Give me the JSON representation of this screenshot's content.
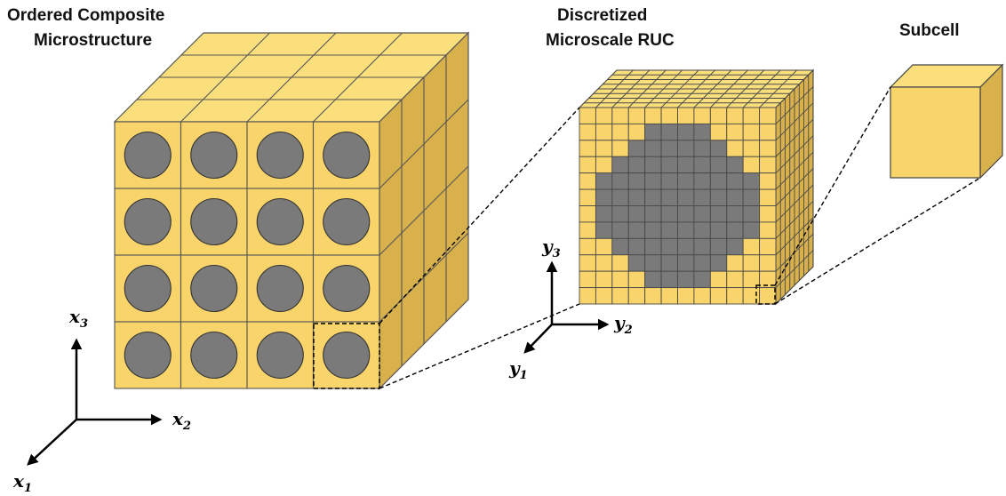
{
  "titles": {
    "microstructure_line1": "Ordered Composite",
    "microstructure_line2": "Microstructure",
    "ruc_line1": "Discretized",
    "ruc_line2": "Microscale RUC",
    "subcell": "Subcell"
  },
  "axes": {
    "macro": {
      "x1": {
        "base": "x",
        "sub": "1"
      },
      "x2": {
        "base": "x",
        "sub": "2"
      },
      "x3": {
        "base": "x",
        "sub": "3"
      }
    },
    "micro": {
      "y1": {
        "base": "y",
        "sub": "1"
      },
      "y2": {
        "base": "y",
        "sub": "2"
      },
      "y3": {
        "base": "y",
        "sub": "3"
      }
    }
  },
  "colors": {
    "matrix": "#f8d46a",
    "matrix_top": "#fbdf7c",
    "matrix_side": "#d9b14c",
    "fiber": "#7a7a7a",
    "grid_line": "#4a4a4a"
  },
  "structure": {
    "microstructure_grid": {
      "rows": 4,
      "cols": 4,
      "depth": 4
    },
    "ruc_grid": {
      "cells": 12,
      "depth": 8
    }
  }
}
